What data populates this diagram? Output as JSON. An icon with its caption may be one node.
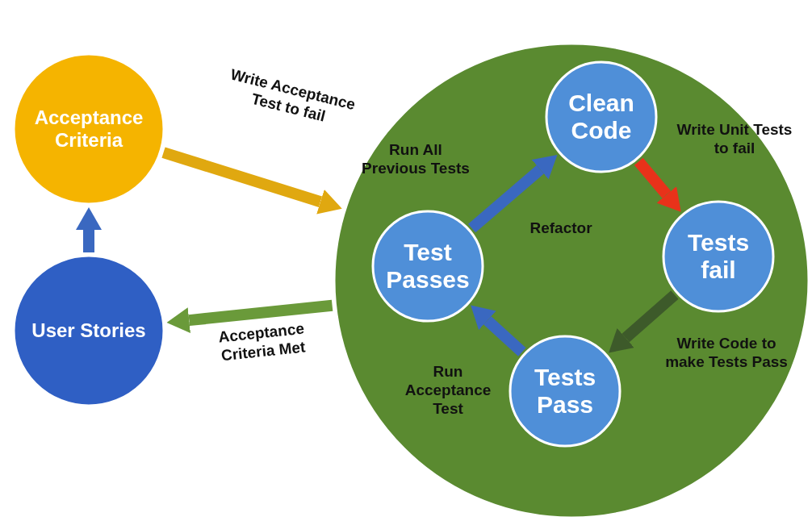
{
  "diagram": {
    "nodes": [
      {
        "text": [
          "Acceptance Criteria"
        ]
      },
      {
        "text": [
          "User Stories"
        ]
      },
      {
        "text": [],
        "shape": "circle"
      },
      {
        "text": [
          "Clean Code"
        ],
        "in": 2
      },
      {
        "text": [
          "Tests fail"
        ],
        "in": 2
      },
      {
        "text": [
          "Tests Pass"
        ],
        "in": 2
      },
      {
        "text": [
          "Test Passes"
        ],
        "in": 2
      }
    ],
    "edges": [
      {
        "from": 1,
        "to": 0,
        "arrow": "to"
      },
      {
        "from": 0,
        "to": 2,
        "arrow": "to",
        "label": "Write Acceptance Test to fail",
        "color": "#e0a810"
      },
      {
        "from": 2,
        "to": 1,
        "arrow": "to",
        "label": "Acceptance Criteria Met",
        "color": "#6a9a3a"
      },
      {
        "from": 3,
        "to": 4,
        "arrow": "to",
        "label": "Write Unit Tests to fail",
        "color": "#e8321a"
      },
      {
        "from": 4,
        "to": 5,
        "arrow": "to",
        "label": "Write Code to make Tests Pass",
        "color": "#3d5a2a"
      },
      {
        "from": 5,
        "to": 6,
        "arrow": "to",
        "label": "Run Acceptance Test"
      },
      {
        "from": 6,
        "to": 3,
        "arrow": "to",
        "label": "Run All Previous Tests"
      }
    ],
    "labels": [
      "Refactor"
    ]
  }
}
